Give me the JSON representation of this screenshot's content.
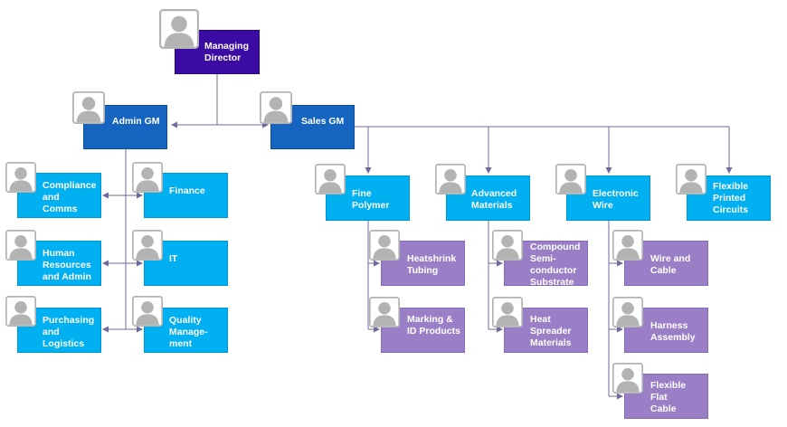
{
  "org_chart": {
    "managing_director": "Managing\nDirector",
    "admin_gm": "Admin GM",
    "sales_gm": "Sales GM",
    "admin_departments": [
      "Compliance\nand\nComms",
      "Finance",
      "Human\nResources\nand Admin",
      "IT",
      "Purchasing\nand\nLogistics",
      "Quality\nManage-\nment"
    ],
    "sales_divisions": [
      "Fine\nPolymer",
      "Advanced\nMaterials",
      "Electronic\nWire",
      "Flexible\nPrinted\nCircuits"
    ],
    "fine_polymer_products": [
      "Heatshrink\nTubing",
      "Marking &\nID Products"
    ],
    "advanced_materials_products": [
      "Compound\nSemi-\nconductor\nSubstrate",
      "Heat\nSpreader\nMaterials"
    ],
    "electronic_wire_products": [
      "Wire and\nCable",
      "Harness\nAssembly",
      "Flexible\nFlat\nCable"
    ]
  },
  "colors": {
    "managing_director": "#3a0ca3",
    "general_manager": "#1565c0",
    "department": "#00b0f0",
    "product": "#9a7fc6",
    "connector": "#6b6b9e",
    "avatar": "#b3b3b3"
  }
}
